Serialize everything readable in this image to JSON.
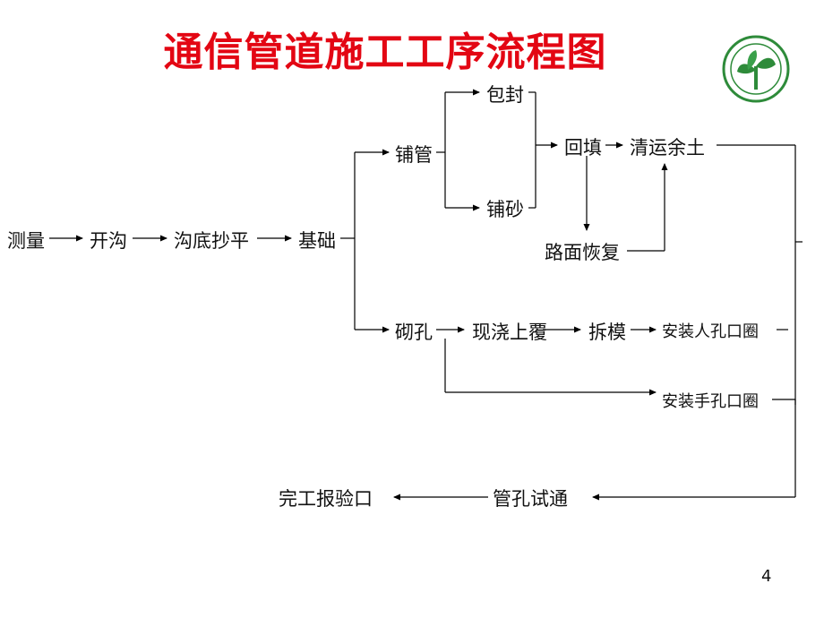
{
  "title": "通信管道施工工序流程图",
  "page_number": "4",
  "colors": {
    "title": "#e30613",
    "line": "#000000",
    "logo_green": "#2e8b3a"
  },
  "nodes": {
    "celiang": "测量",
    "kaigou": "开沟",
    "goudi": "沟底抄平",
    "jichu": "基础",
    "puguan": "铺管",
    "baofeng": "包封",
    "pusha": "铺砂",
    "huitian": "回填",
    "qingyun": "清运余土",
    "lumian": "路面恢复",
    "qikong": "砌孔",
    "xianjiao": "现浇上覆",
    "chaimo": "拆模",
    "renkong": "安装人孔口圈",
    "shoukong": "安装手孔口圈",
    "shitong": "管孔试通",
    "wangong": "完工报验口"
  },
  "logo": {
    "icon": "sprout-leaf-emblem"
  }
}
